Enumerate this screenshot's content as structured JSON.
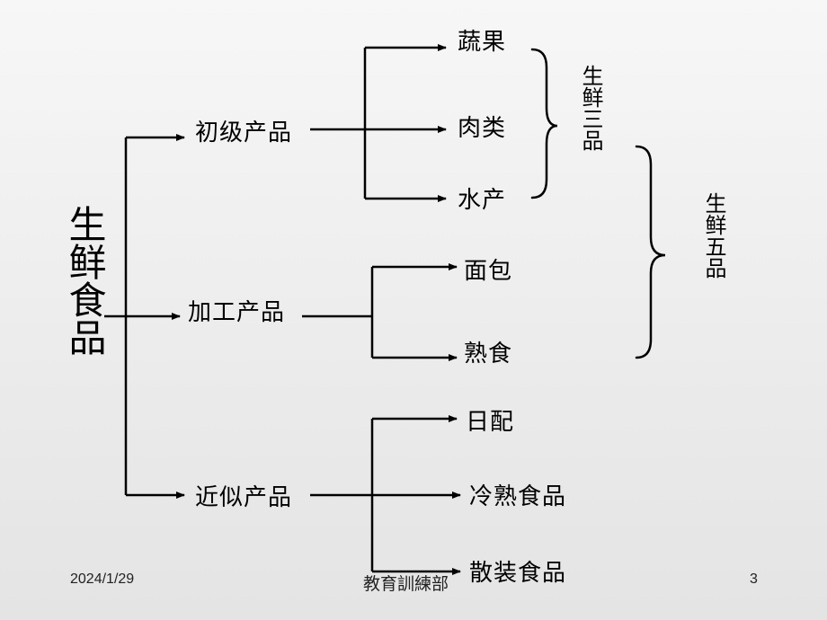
{
  "diagram": {
    "root": "生鲜食品",
    "categories": [
      {
        "label": "初级产品",
        "items": [
          "蔬果",
          "肉类",
          "水产"
        ]
      },
      {
        "label": "加工产品",
        "items": [
          "面包",
          "熟食"
        ]
      },
      {
        "label": "近似产品",
        "items": [
          "日配",
          "冷熟食品",
          "散装食品"
        ]
      }
    ],
    "groups": [
      {
        "label": "生鲜三品"
      },
      {
        "label": "生鲜五品"
      }
    ]
  },
  "footer": {
    "date": "2024/1/29",
    "department": "教育訓練部",
    "page_number": "3"
  }
}
